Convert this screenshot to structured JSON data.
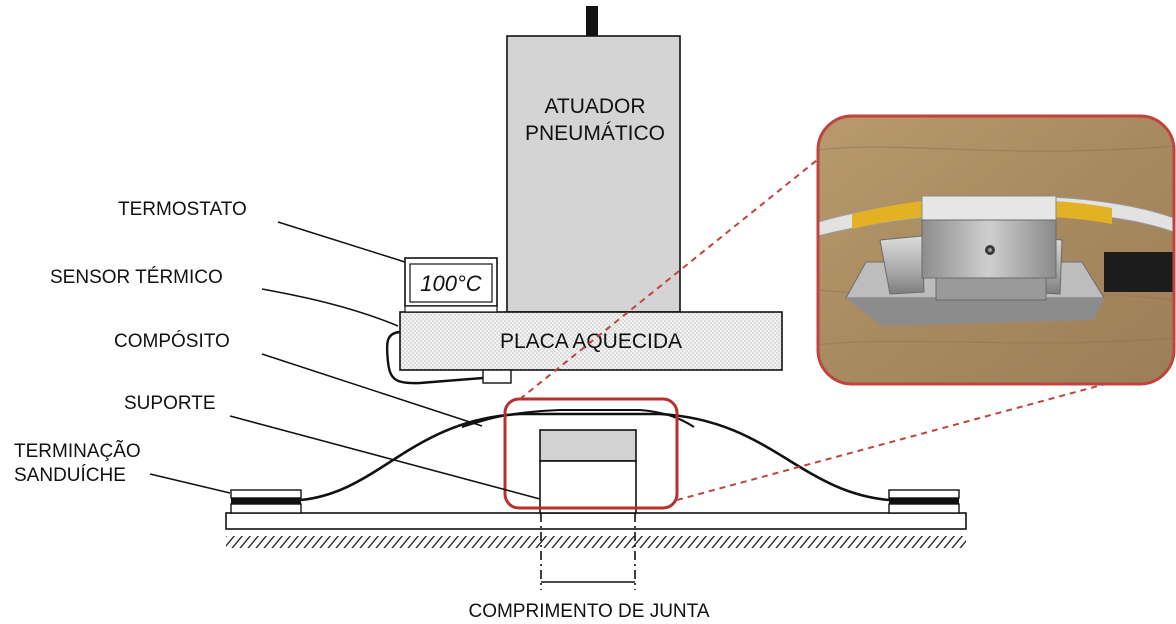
{
  "labels": {
    "actuator_line1": "ATUADOR",
    "actuator_line2": "PNEUMÁTICO",
    "thermostat": "TERMOSTATO",
    "sensor": "SENSOR TÉRMICO",
    "composite": "COMPÓSITO",
    "support": "SUPORTE",
    "termination_line1": "TERMINAÇÃO",
    "termination_line2": "SANDUÍCHE",
    "heated_plate": "PLACA AQUECIDA",
    "display": "100°C",
    "joint_length": "COMPRIMENTO DE JUNTA"
  },
  "colors": {
    "line": "#111111",
    "actuator_fill": "#d4d4d4",
    "support_top_fill": "#d2d2d2",
    "highlight": "#b8302c",
    "photo_frame": "#c0433d",
    "plate_fill": "#ececec"
  },
  "photo": {
    "description_icon": "photo-inset",
    "content": [
      "wooden bench",
      "composite strip with yellow tape",
      "metal clamp support"
    ]
  }
}
